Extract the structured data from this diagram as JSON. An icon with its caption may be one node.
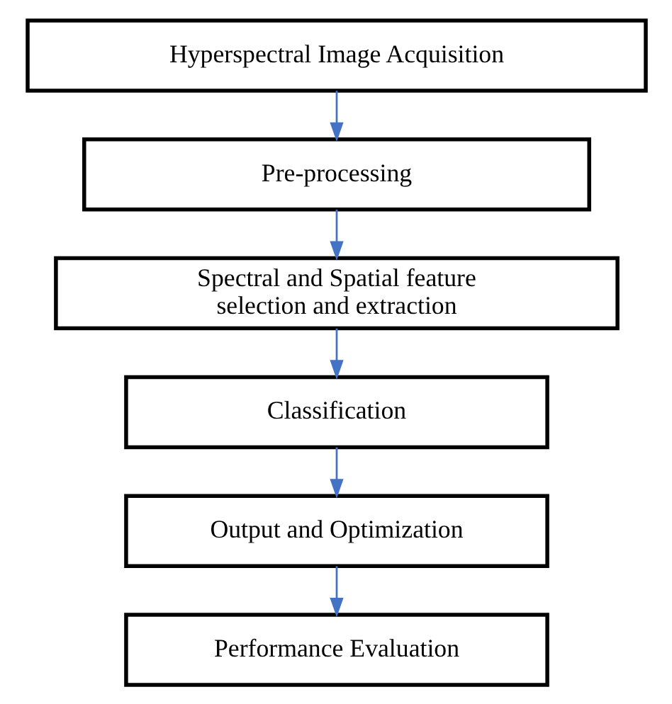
{
  "diagram": {
    "nodes": [
      {
        "text": [
          "Hyperspectral Image Acquisition"
        ]
      },
      {
        "text": [
          "Pre-processing"
        ]
      },
      {
        "text": [
          "Spectral and Spatial feature selection and extraction"
        ]
      },
      {
        "text": [
          "Classification"
        ]
      },
      {
        "text": [
          "Output and Optimization"
        ]
      },
      {
        "text": [
          "Performance Evaluation"
        ]
      }
    ],
    "edges": [
      {
        "from": 0,
        "to": 1,
        "arrow": "to"
      },
      {
        "from": 1,
        "to": 2,
        "arrow": "to"
      },
      {
        "from": 2,
        "to": 3,
        "arrow": "to"
      },
      {
        "from": 3,
        "to": 4,
        "arrow": "to"
      },
      {
        "from": 4,
        "to": 5,
        "arrow": "to"
      }
    ]
  }
}
